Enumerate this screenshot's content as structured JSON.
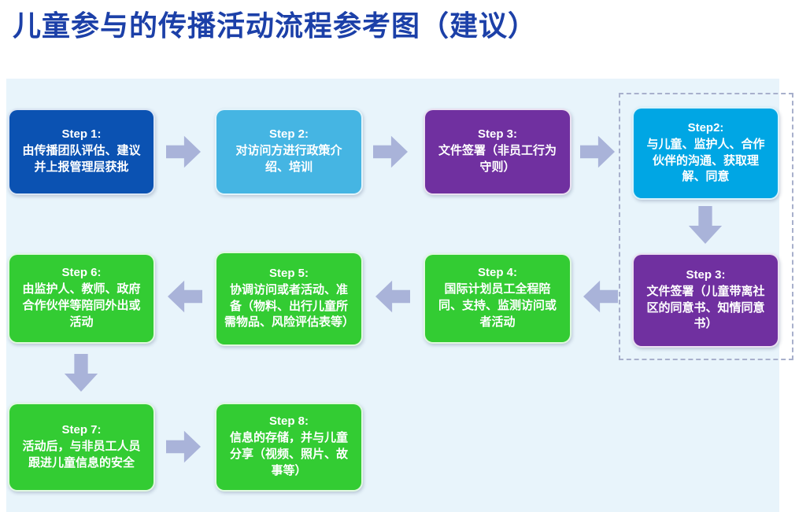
{
  "title": "儿童参与的传播活动流程参考图（建议）",
  "colors": {
    "title_text": "#1C40A8",
    "panel_background": "#E8F4FB",
    "arrow": "#A9B3D9",
    "dashed_outline": "#A8B0CC",
    "step1_blue": "#0B52B2",
    "step2_light_blue": "#45B5E3",
    "step3_purple": "#7030A0",
    "step2b_cyan": "#00A6E4",
    "green": "#33CC33",
    "box_text": "#FFFFFF"
  },
  "boxes": [
    {
      "step": "Step 1:",
      "text": "由传播团队评估、建议并上报管理层获批"
    },
    {
      "step": "Step 2:",
      "text": "对访问方进行政策介绍、培训"
    },
    {
      "step": "Step 3:",
      "text": "文件签署（非员工行为守则）"
    },
    {
      "step": "Step2:",
      "text": "与儿童、监护人、合作伙伴的沟通、获取理解、同意"
    },
    {
      "step": "Step 3:",
      "text": "文件签署（儿童带离社区的同意书、知情同意书）"
    },
    {
      "step": "Step 4:",
      "text": "国际计划员工全程陪同、支持、监测访问或者活动"
    },
    {
      "step": "Step 5:",
      "text": "协调访问或者活动、准备（物料、出行儿童所需物品、风险评估表等）"
    },
    {
      "step": "Step 6:",
      "text": "由监护人、教师、政府合作伙伴等陪同外出或活动"
    },
    {
      "step": "Step 7:",
      "text": "活动后，与非员工人员跟进儿童信息的安全"
    },
    {
      "step": "Step 8:",
      "text": "信息的存储，并与儿童分享（视频、照片、故事等）"
    }
  ]
}
